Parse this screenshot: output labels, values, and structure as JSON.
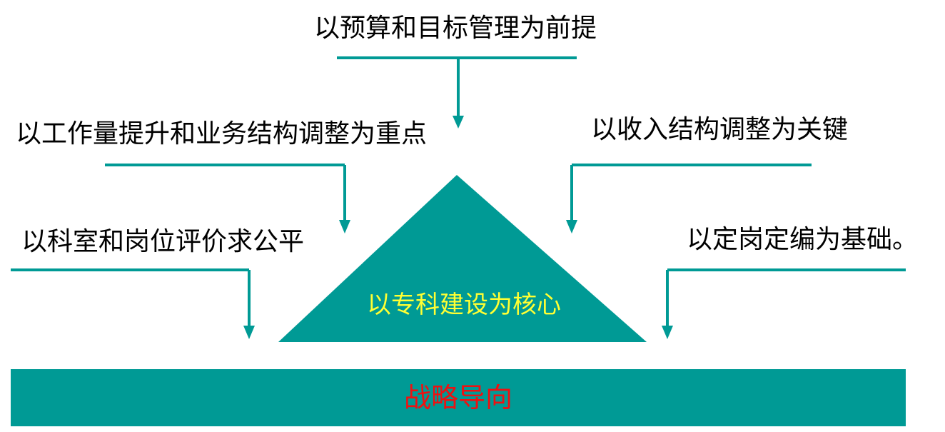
{
  "colors": {
    "teal": "#009a95",
    "core_text": "#ffff33",
    "base_text": "#ee1111",
    "label_text": "#000000"
  },
  "labels": {
    "top": "以预算和目标管理为前提",
    "mid_left": "以工作量提升和业务结构调整为重点",
    "mid_right": "以收入结构调整为关键",
    "low_left": "以科室和岗位评价求公平",
    "low_right": "以定岗定编为基础。",
    "core": "以专科建设为核心",
    "base": "战略导向"
  }
}
